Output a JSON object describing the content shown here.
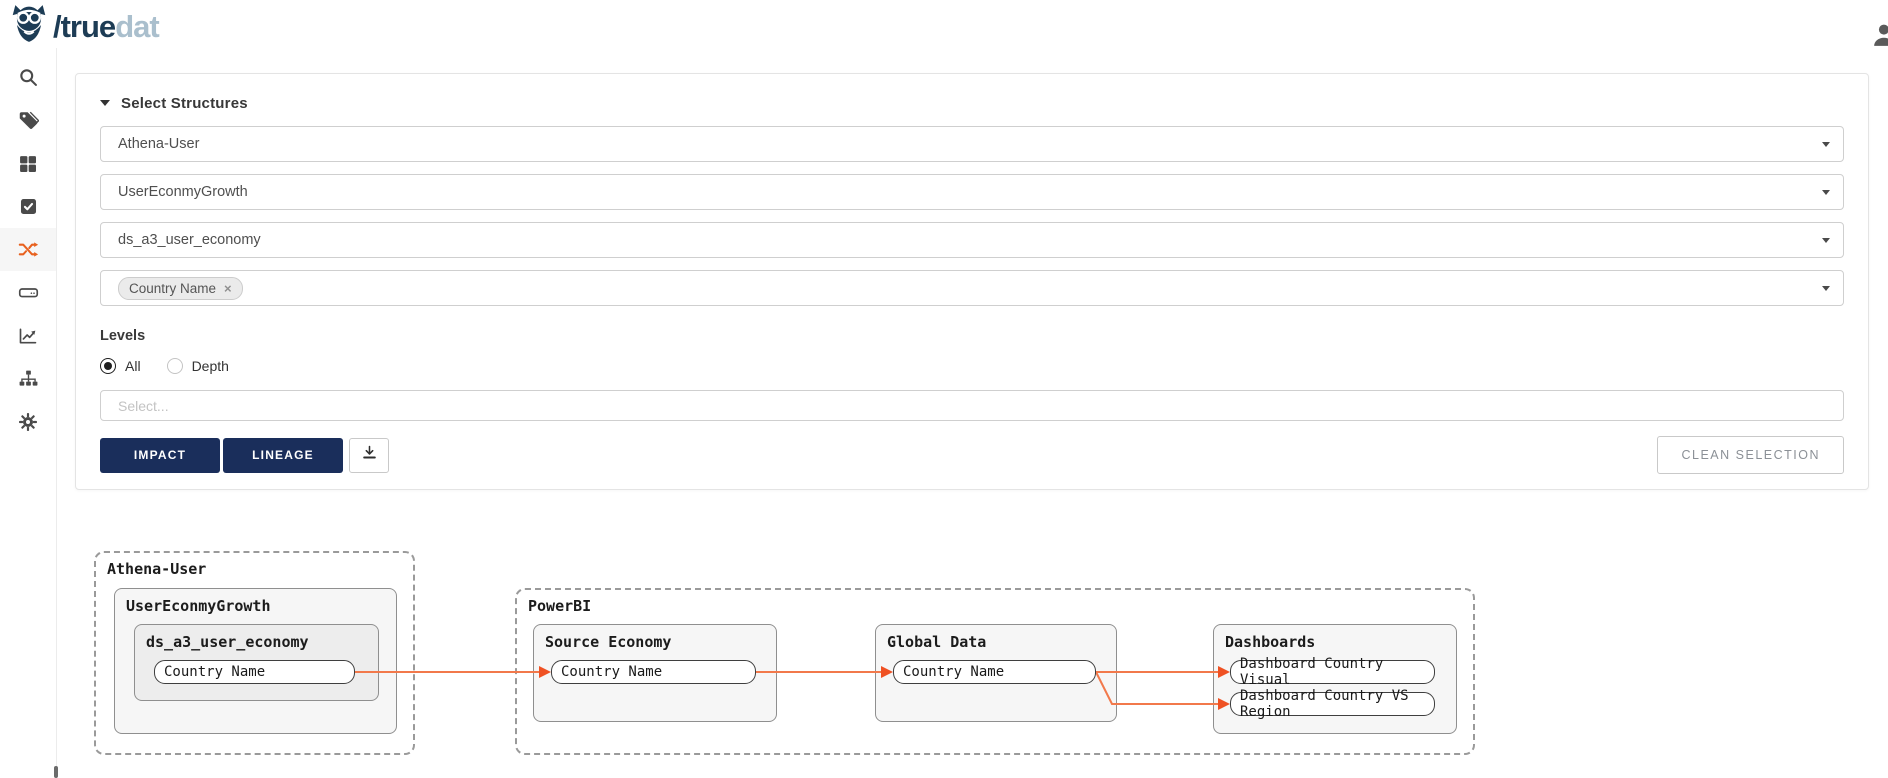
{
  "brand": {
    "name_primary": "/true",
    "name_secondary": "dat"
  },
  "colors": {
    "navy": "#1a2e5b",
    "accent_orange": "#e8611f",
    "edge_line": "#f2794b",
    "edge_arrow": "#ef5123",
    "logo_dark": "#1d3c55",
    "logo_light": "#aabfcd"
  },
  "topbar": {
    "user_icon": "user-icon"
  },
  "sidebar": {
    "items": [
      {
        "icon": "search-icon",
        "active": false
      },
      {
        "icon": "tags-icon",
        "active": false
      },
      {
        "icon": "grid-icon",
        "active": false
      },
      {
        "icon": "check-square-icon",
        "active": false
      },
      {
        "icon": "shuffle-icon",
        "active": true
      },
      {
        "icon": "server-icon",
        "active": false
      },
      {
        "icon": "chart-line-icon",
        "active": false
      },
      {
        "icon": "sitemap-icon",
        "active": false
      },
      {
        "icon": "gear-icon",
        "active": false
      }
    ]
  },
  "panel": {
    "title": "Select Structures",
    "selects": [
      {
        "value": "Athena-User"
      },
      {
        "value": "UserEconmyGrowth"
      },
      {
        "value": "ds_a3_user_economy"
      }
    ],
    "field_chip": {
      "label": "Country Name",
      "remove": "×"
    },
    "levels": {
      "label": "Levels",
      "options": [
        {
          "label": "All",
          "selected": true
        },
        {
          "label": "Depth",
          "selected": false
        }
      ]
    },
    "depth_placeholder": "Select...",
    "buttons": {
      "impact": "IMPACT",
      "lineage": "LINEAGE",
      "download_icon": "download-icon",
      "clean": "CLEAN SELECTION"
    }
  },
  "graph": {
    "systems": [
      {
        "label": "Athena-User",
        "groups": [
          {
            "label": "UserEconmyGrowth",
            "subgroups": [
              {
                "label": "ds_a3_user_economy",
                "nodes": [
                  "Country Name"
                ]
              }
            ]
          }
        ]
      },
      {
        "label": "PowerBI",
        "groups": [
          {
            "label": "Source Economy",
            "nodes": [
              "Country Name"
            ]
          },
          {
            "label": "Global Data",
            "nodes": [
              "Country Name"
            ]
          },
          {
            "label": "Dashboards",
            "nodes": [
              "Dashboard Country Visual",
              "Dashboard Country VS Region"
            ]
          }
        ]
      }
    ],
    "edges": [
      {
        "from": "Athena-User/ds_a3_user_economy/Country Name",
        "to": "PowerBI/Source Economy/Country Name"
      },
      {
        "from": "PowerBI/Source Economy/Country Name",
        "to": "PowerBI/Global Data/Country Name"
      },
      {
        "from": "PowerBI/Global Data/Country Name",
        "to": "PowerBI/Dashboards/Dashboard Country Visual"
      },
      {
        "from": "PowerBI/Global Data/Country Name",
        "to": "PowerBI/Dashboards/Dashboard Country VS Region"
      }
    ]
  }
}
